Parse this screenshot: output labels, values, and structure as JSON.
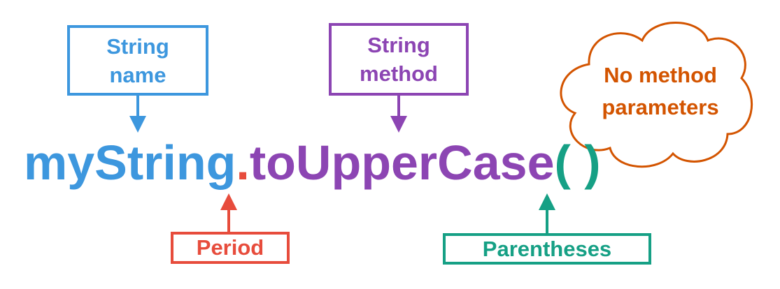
{
  "code": {
    "string_name": "myString",
    "period": ".",
    "method": "toUpperCase",
    "open_paren": "(",
    "space": " ",
    "close_paren": ")"
  },
  "labels": {
    "string_name": [
      "String",
      "name"
    ],
    "string_method": [
      "String",
      "method"
    ],
    "period": "Period",
    "parentheses": "Parentheses",
    "no_params": [
      "No method",
      "parameters"
    ]
  },
  "colors": {
    "string_name": "#3d97de",
    "method": "#8c45b3",
    "period": "#e74c3c",
    "parentheses": "#16a085",
    "no_params": "#d35400"
  }
}
